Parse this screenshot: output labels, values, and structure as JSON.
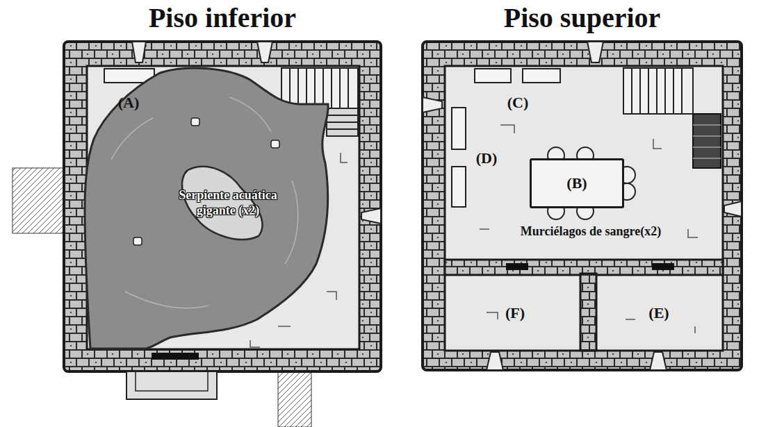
{
  "diagram": {
    "nodes": [
      {
        "text": [
          "Piso inferior"
        ]
      },
      {
        "text": [
          "Serpiente acuática gigante (x2)"
        ],
        "in": 0
      },
      {
        "text": [
          "Piso superior"
        ]
      },
      {
        "text": [
          "(B)"
        ],
        "in": 2
      },
      {
        "text": [
          "(F)"
        ],
        "in": 2
      },
      {
        "text": [
          "(E)"
        ],
        "in": 2
      }
    ],
    "labels": [
      "(A)",
      "(C)",
      "(D)",
      "Murciélagos de sangre(x2)"
    ]
  }
}
